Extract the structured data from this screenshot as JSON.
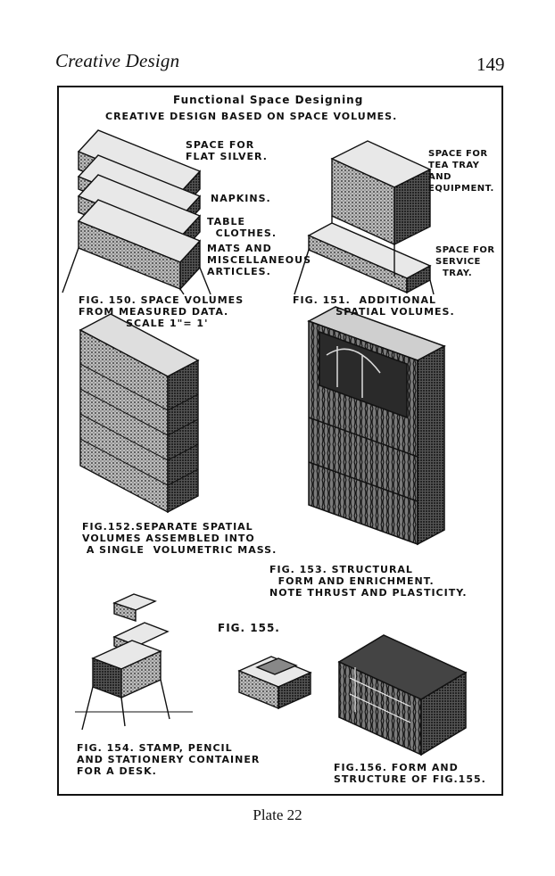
{
  "header": {
    "running_title": "Creative Design",
    "page_number": "149"
  },
  "plate": {
    "title": "Functional Space Designing",
    "subtitle": "CREATIVE DESIGN BASED ON SPACE VOLUMES.",
    "fig150": {
      "labels": {
        "silver": "SPACE FOR\nFLAT SILVER.",
        "napkins": "NAPKINS.",
        "cloths": "TABLE\n  CLOTHES.",
        "mats": "MATS AND\nMISCELLANEOUS\nARTICLES."
      },
      "caption": "FIG. 150. SPACE VOLUMES\nFROM MEASURED DATA.\n           SCALE 1\"= 1'"
    },
    "fig151": {
      "labels": {
        "tea": "SPACE FOR\nTEA TRAY\nAND\nEQUIPMENT.",
        "service": "SPACE FOR\nSERVICE\n  TRAY."
      },
      "caption": "FIG. 151.  ADDITIONAL\n          SPATIAL VOLUMES."
    },
    "fig152": {
      "caption": "FIG.152.SEPARATE SPATIAL\nVOLUMES ASSEMBLED INTO\n A SINGLE  VOLUMETRIC MASS."
    },
    "fig153": {
      "caption": "FIG. 153. STRUCTURAL\n  FORM AND ENRICHMENT.\nNOTE THRUST AND PLASTICITY."
    },
    "fig154": {
      "caption": "FIG. 154. STAMP, PENCIL\nAND STATIONERY CONTAINER\nFOR A DESK."
    },
    "fig155": {
      "caption": "FIG. 155."
    },
    "fig156": {
      "caption": "FIG.156. FORM AND\nSTRUCTURE OF FIG.155."
    }
  },
  "footer": {
    "plate_label": "Plate 22"
  }
}
